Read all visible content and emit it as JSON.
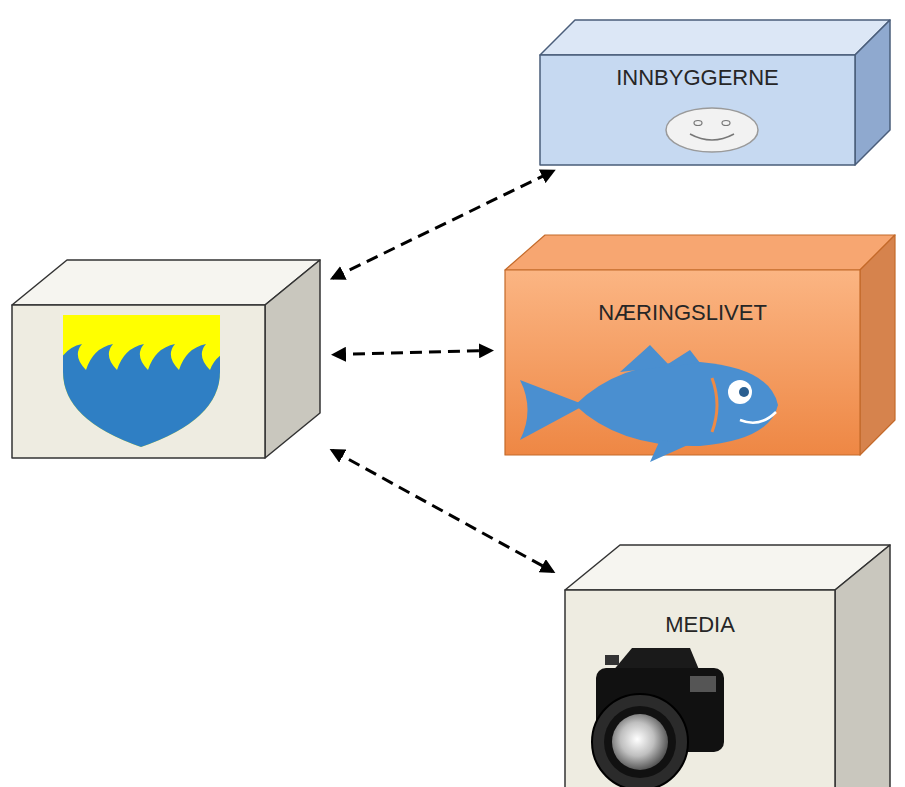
{
  "diagram": {
    "nodes": [
      {
        "text": []
      },
      {
        "text": [
          "INNBYGGERNE"
        ]
      },
      {
        "text": [
          "NÆRINGSLIVET"
        ]
      },
      {
        "text": [
          "MEDIA"
        ]
      }
    ],
    "edges": [
      {
        "from": 0,
        "to": 1,
        "arrow": "both"
      },
      {
        "from": 0,
        "to": 2,
        "arrow": "both"
      },
      {
        "from": 0,
        "to": 3,
        "arrow": "both"
      }
    ]
  }
}
